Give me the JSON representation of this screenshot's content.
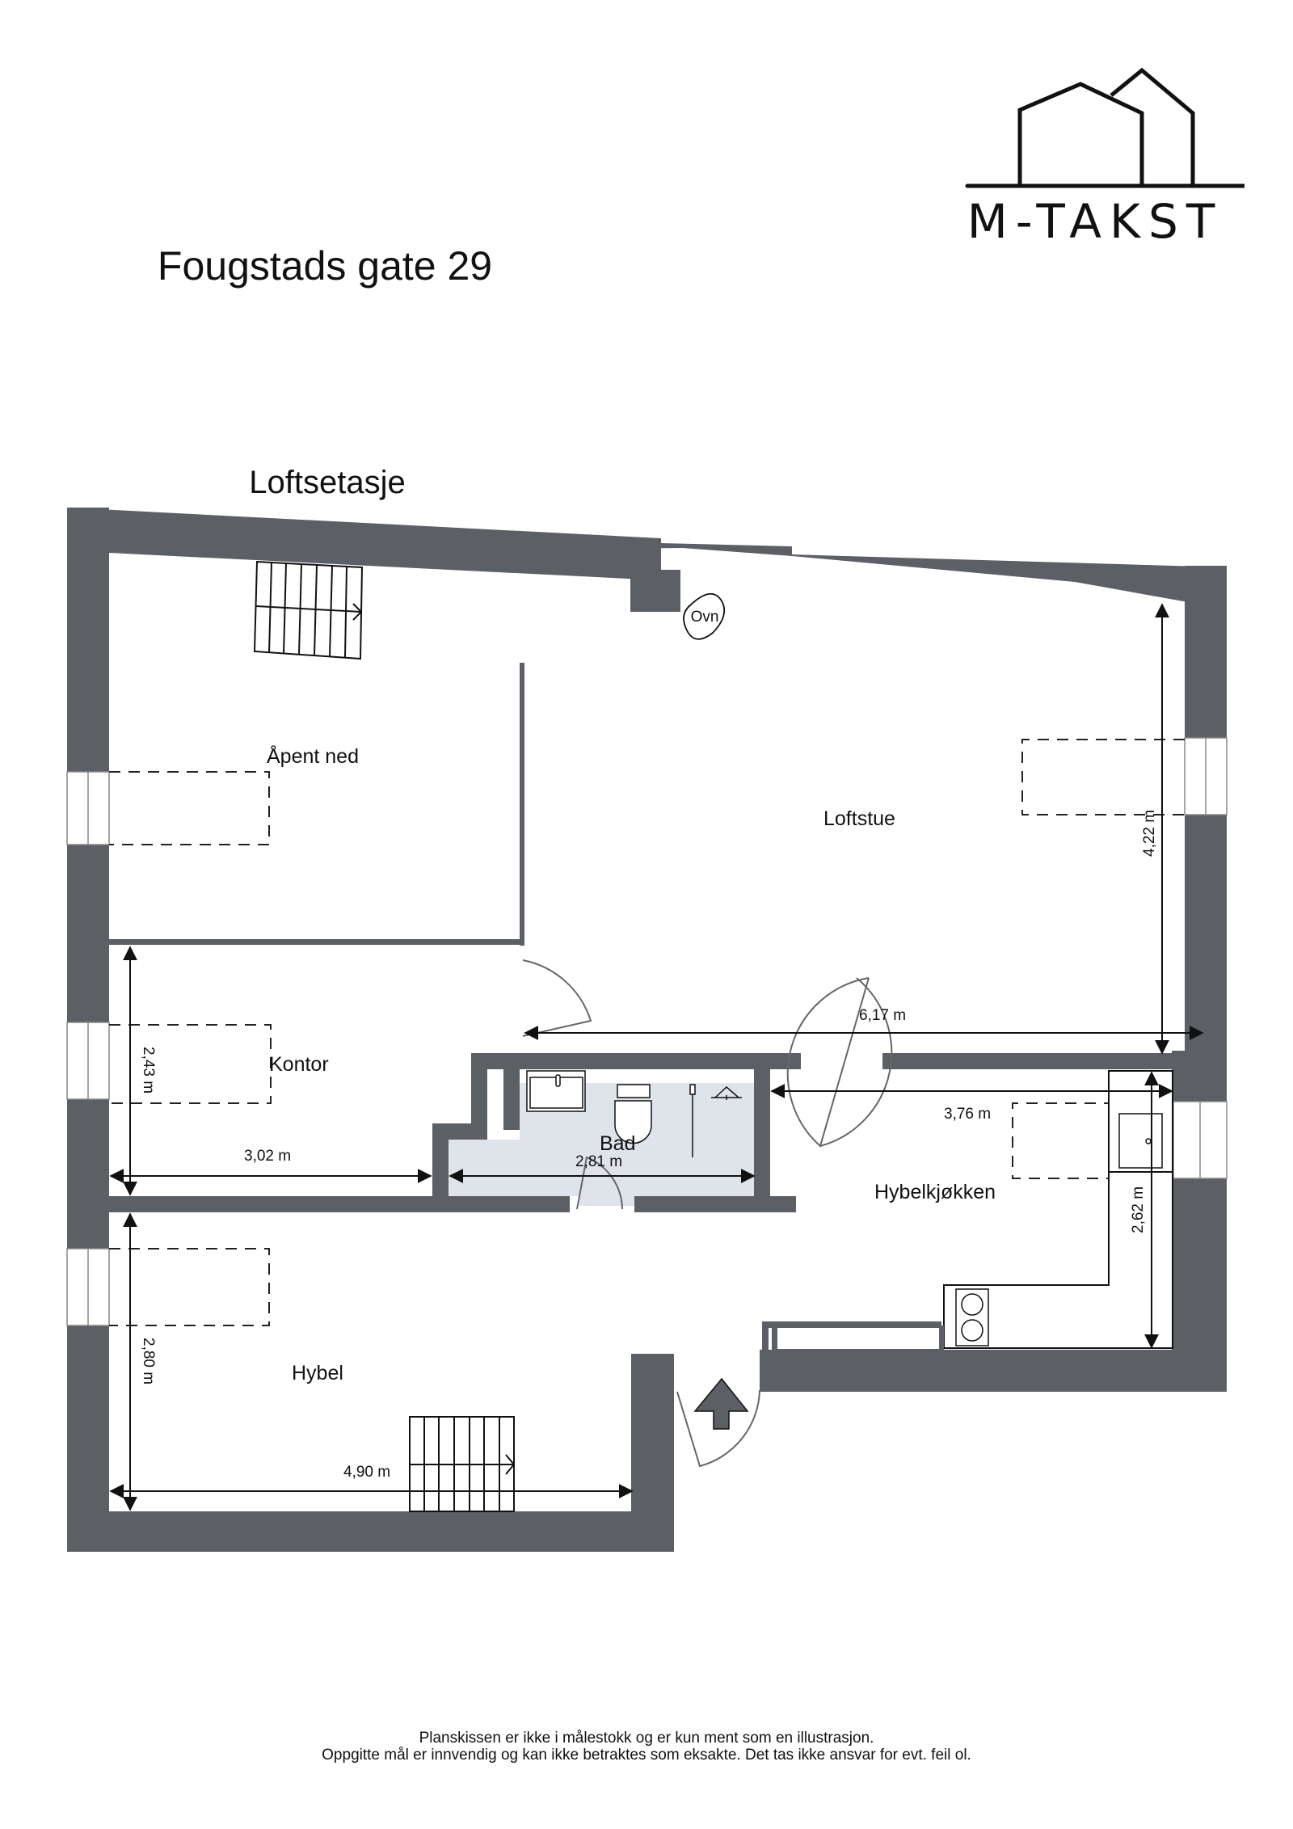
{
  "brand": {
    "name": "M-TAKST",
    "icon": "house-outline-logo-icon"
  },
  "document": {
    "title": "Fougstads gate 29",
    "floor": "Loftsetasje"
  },
  "colors": {
    "wall": "#5c5f64",
    "bathroom_floor": "#dfe3ea",
    "line": "#111111",
    "background": "#ffffff"
  },
  "rooms": {
    "apent_ned": "Åpent ned",
    "loftstue": "Loftstue",
    "kontor": "Kontor",
    "bad": "Bad",
    "hybelkjokken": "Hybelkjøkken",
    "hybel": "Hybel"
  },
  "fixtures": {
    "oven": "Ovn"
  },
  "dimensions": {
    "loftstue_width": "6,17 m",
    "loftstue_height": "4,22 m",
    "kontor_width": "3,02 m",
    "kontor_height": "2,43 m",
    "bad_width": "2,81 m",
    "hybelkjokken_width": "3,76 m",
    "hybelkjokken_height": "2,62 m",
    "hybel_width": "4,90 m",
    "hybel_height": "2,80 m"
  },
  "footer": {
    "line1": "Planskissen er ikke i målestokk og er kun ment som en illustrasjon.",
    "line2": "Oppgitte mål er innvendig og kan ikke betraktes som eksakte. Det tas ikke ansvar for evt. feil ol."
  }
}
